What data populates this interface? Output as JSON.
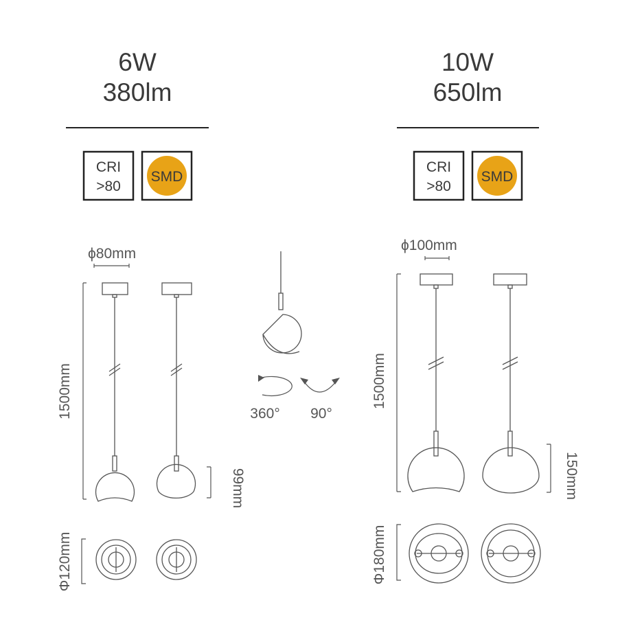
{
  "left": {
    "power": "6W",
    "lumen": "380lm",
    "cri_line1": "CRI",
    "cri_line2": ">80",
    "smd": "SMD",
    "canopy_dim": "ϕ80mm",
    "length_dim": "1500mm",
    "shade_height_dim": "99mm",
    "shade_dia_dim": "Φ120mm"
  },
  "center": {
    "rotate_label": "360°",
    "tilt_label": "90°"
  },
  "right": {
    "power": "10W",
    "lumen": "650lm",
    "cri_line1": "CRI",
    "cri_line2": ">80",
    "smd": "SMD",
    "canopy_dim": "ϕ100mm",
    "length_dim": "1500mm",
    "shade_height_dim": "150mm",
    "shade_dia_dim": "Φ180mm"
  },
  "colors": {
    "line": "#555555",
    "text": "#3a3a3a",
    "smd_fill": "#E8A317",
    "background": "#ffffff"
  }
}
